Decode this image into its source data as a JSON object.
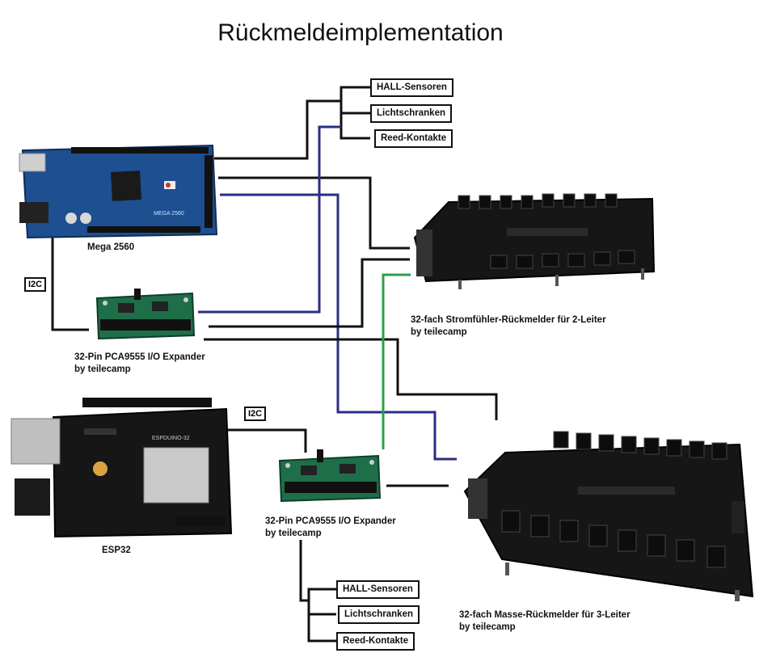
{
  "title": "Rückmeldeimplementation",
  "mega": {
    "label": "Mega 2560",
    "silk": "MEGA 2560"
  },
  "esp": {
    "label": "ESP32",
    "silk": "ESPDUINO-32"
  },
  "expander1": {
    "line1": "32-Pin PCA9555 I/O Expander",
    "line2": "by teilecamp"
  },
  "expander2": {
    "line1": "32-Pin PCA9555 I/O Expander",
    "line2": "by teilecamp"
  },
  "strom": {
    "line1": "32-fach Stromfühler-Rückmelder für 2-Leiter",
    "line2": "by teilecamp"
  },
  "masse": {
    "line1": "32-fach Masse-Rückmelder für 3-Leiter",
    "line2": "by teilecamp"
  },
  "i2c_1": "I2C",
  "i2c_2": "I2C",
  "sensors_top": [
    "HALL-Sensoren",
    "Lichtschranken",
    "Reed-Kontakte"
  ],
  "sensors_bottom": [
    "HALL-Sensoren",
    "Lichtschranken",
    "Reed-Kontakte"
  ],
  "colors": {
    "wire_black": "#111111",
    "wire_blue": "#2b2d80",
    "wire_green": "#2e9e49",
    "mega_blue": "#1d4f91",
    "pcb_green": "#1e6e4a",
    "pcb_black": "#161616"
  }
}
